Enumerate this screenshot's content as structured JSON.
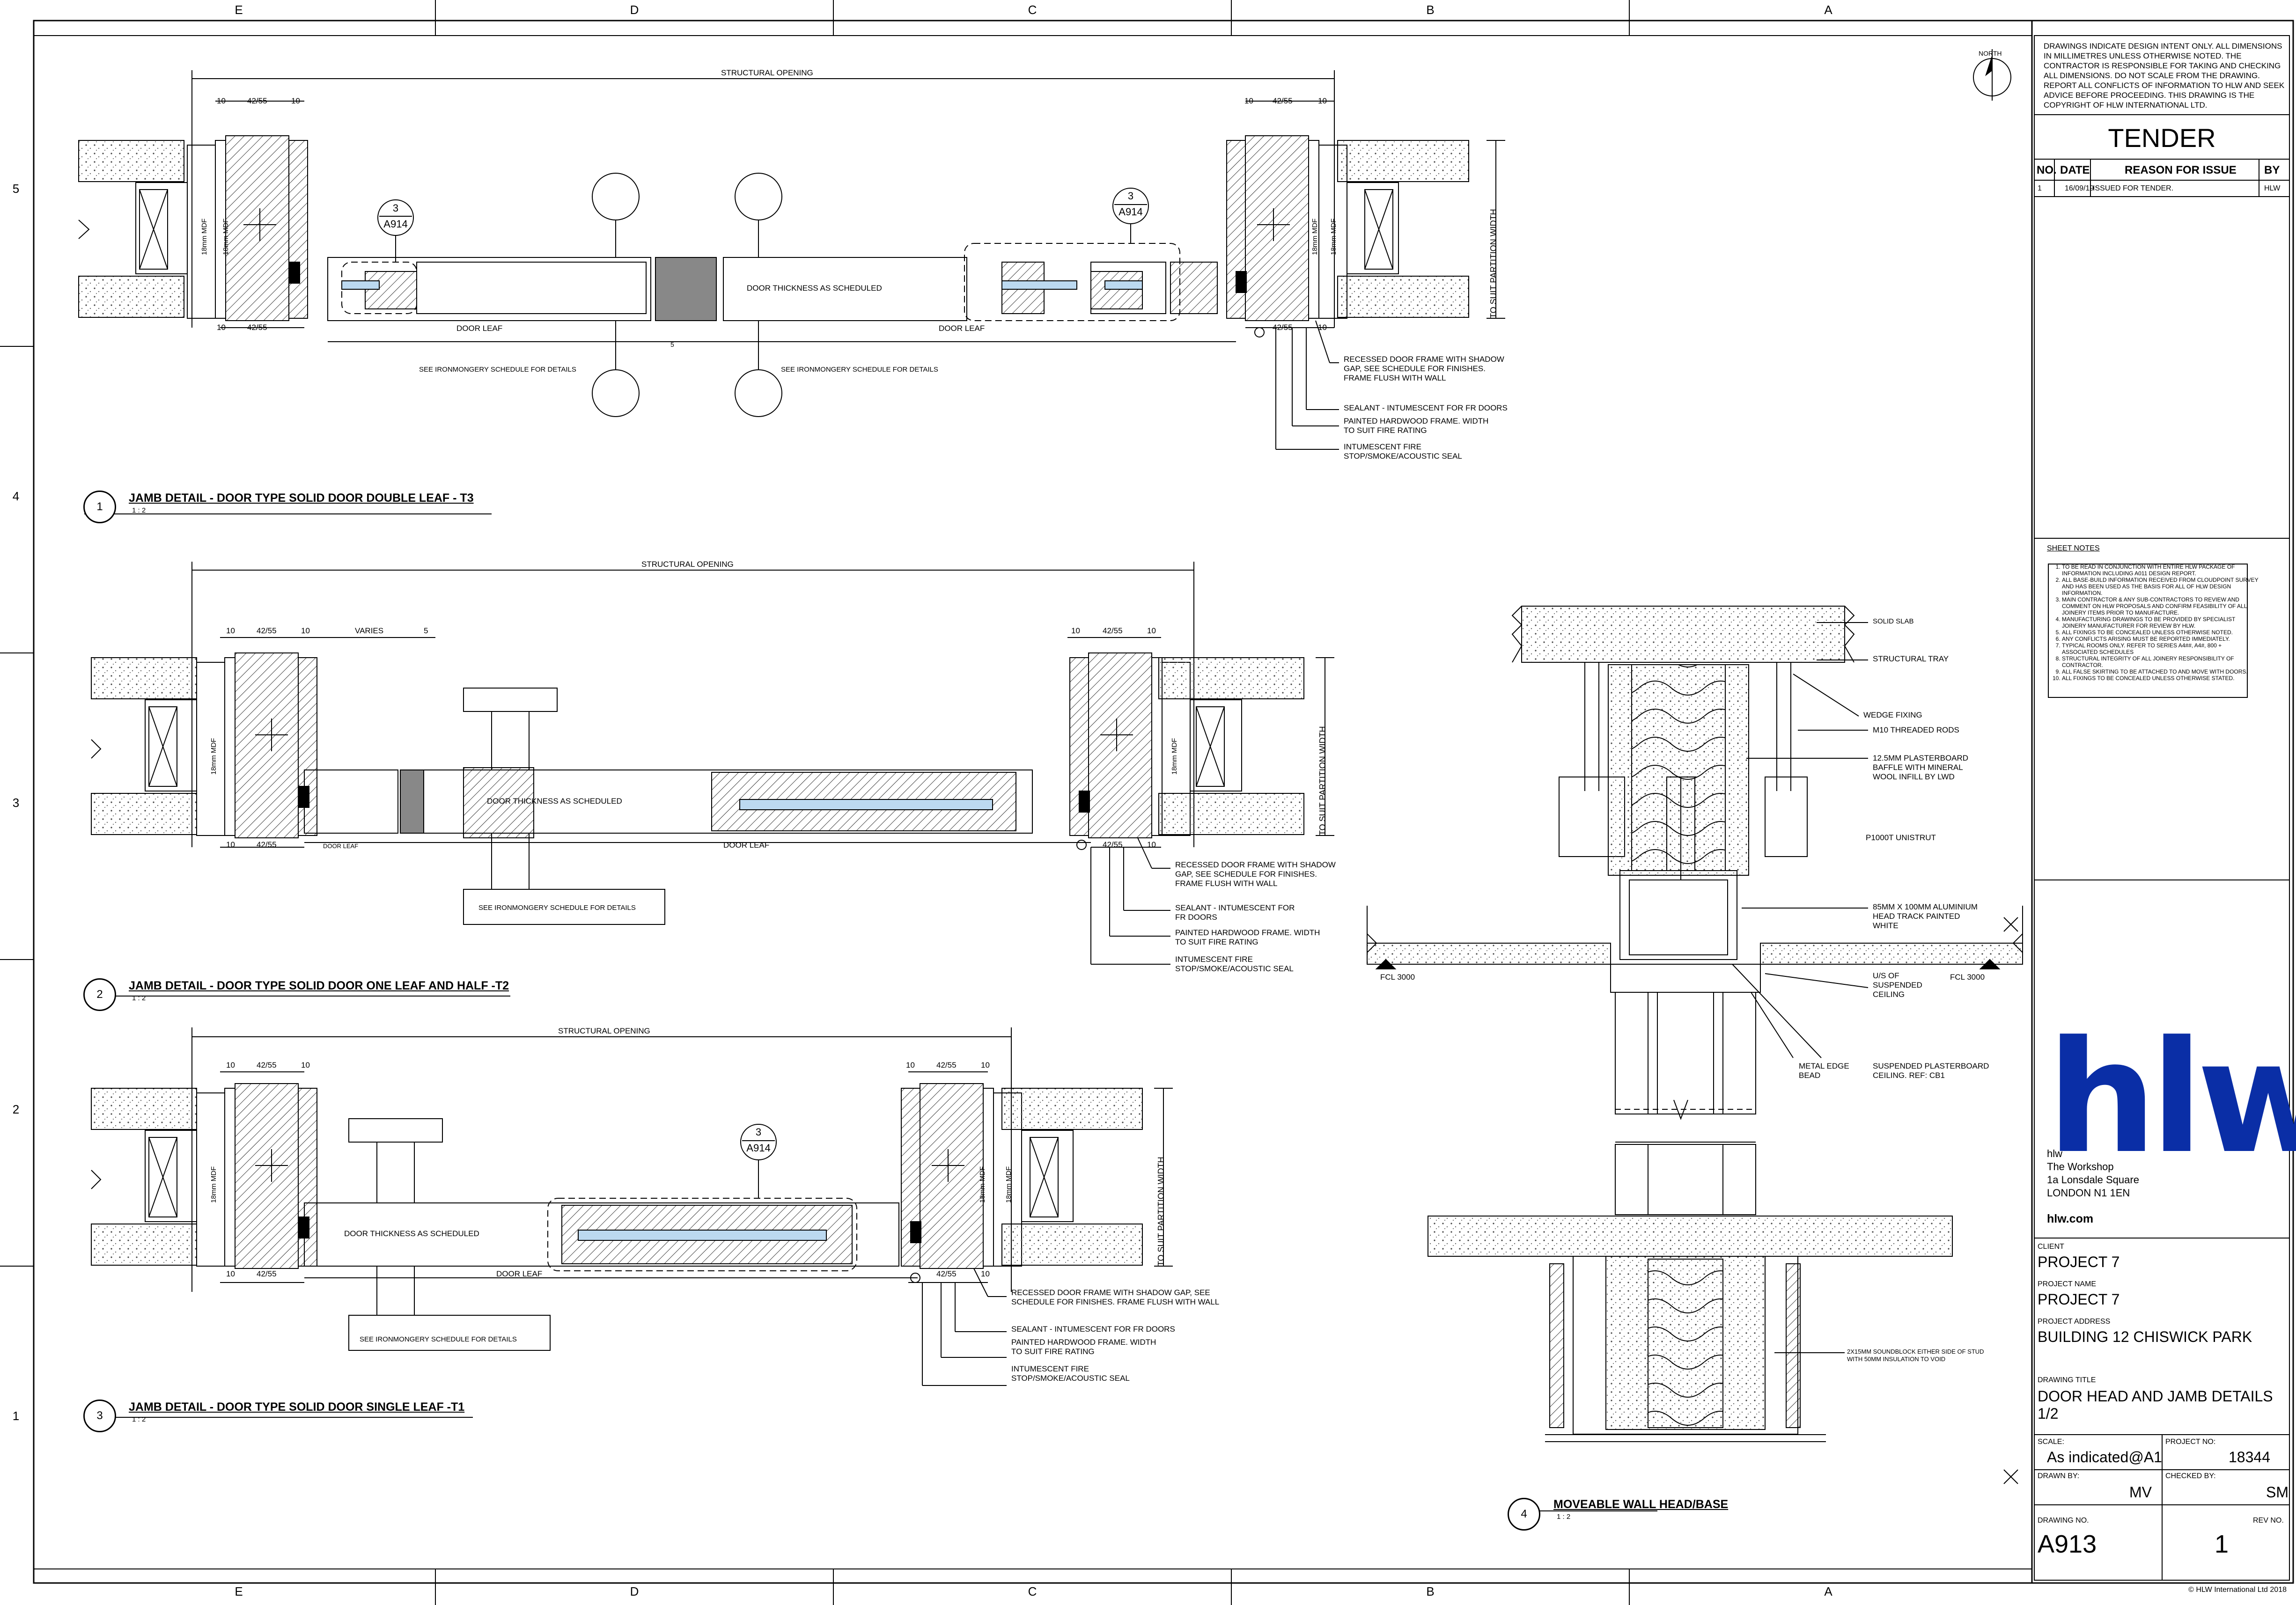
{
  "grid": {
    "columns": [
      "E",
      "D",
      "C",
      "B",
      "A"
    ],
    "rows": [
      "5",
      "4",
      "3",
      "2",
      "1"
    ]
  },
  "notes_top": "DRAWINGS INDICATE DESIGN INTENT ONLY. ALL DIMENSIONS IN MILLIMETRES UNLESS OTHERWISE NOTED. THE CONTRACTOR IS RESPONSIBLE FOR TAKING AND CHECKING ALL DIMENSIONS. DO NOT SCALE FROM THE DRAWING. REPORT ALL CONFLICTS OF INFORMATION TO HLW AND SEEK ADVICE BEFORE PROCEEDING. THIS DRAWING IS THE COPYRIGHT OF HLW INTERNATIONAL LTD.",
  "north_label": "NORTH",
  "issue": {
    "status": "TENDER",
    "headers": [
      "NO.",
      "DATE",
      "REASON FOR ISSUE",
      "BY"
    ],
    "rows": [
      {
        "no": "1",
        "date": "16/09/19",
        "reason": "ISSUED FOR TENDER.",
        "by": "HLW"
      }
    ]
  },
  "sheet_notes": {
    "title": "SHEET NOTES",
    "items": [
      "TO BE READ IN CONJUNCTION WITH ENTIRE HLW PACKAGE OF INFORMATION INCLUDING A011 DESIGN REPORT.",
      "ALL BASE-BUILD INFORMATION RECEIVED FROM CLOUDPOINT SURVEY AND HAS BEEN USED AS THE BASIS FOR ALL OF HLW DESIGN INFORMATION.",
      "MAIN CONTRACTOR & ANY SUB-CONTRACTORS TO REVIEW AND COMMENT ON HLW PROPOSALS AND CONFIRM FEASIBILITY OF ALL JOINERY ITEMS PRIOR TO MANUFACTURE.",
      "MANUFACTURING DRAWINGS TO BE PROVIDED BY SPECIALIST JOINERY MANUFACTURER FOR REVIEW BY HLW.",
      "ALL FIXINGS TO BE CONCEALED UNLESS OTHERWISE NOTED.",
      "ANY CONFLICTS ARISING MUST BE REPORTED IMMEDIATELY.",
      "TYPICAL ROOMS ONLY. REFER TO SERIES A4##, A4#, 800 + ASSOCIATED SCHEDULES",
      "STRUCTURAL INTEGRITY OF ALL JOINERY RESPONSIBILITY OF CONTRACTOR.",
      "ALL FALSE SKIRTING TO BE ATTACHED TO AND MOVE WITH DOORS.",
      "ALL FIXINGS TO BE CONCEALED UNLESS OTHERWISE STATED."
    ]
  },
  "company": {
    "logo": "hlw",
    "name": "hlw",
    "address1": "The Workshop",
    "address2": "1a Lonsdale Square",
    "address3": "LONDON N1 1EN",
    "web": "hlw.com"
  },
  "titleblock": {
    "client_label": "CLIENT",
    "client": "PROJECT 7",
    "project_name_label": "PROJECT NAME",
    "project_name": "PROJECT 7",
    "project_address_label": "PROJECT ADDRESS",
    "project_address": "BUILDING 12 CHISWICK PARK",
    "drawing_title_label": "DRAWING TITLE",
    "drawing_title": "DOOR HEAD AND JAMB DETAILS 1/2",
    "scale_label": "SCALE:",
    "scale": "As indicated@A1",
    "project_no_label": "PROJECT NO:",
    "project_no": "18344",
    "drawn_by_label": "DRAWN BY:",
    "drawn_by": "MV",
    "checked_by_label": "CHECKED BY:",
    "checked_by": "SM",
    "drawing_no_label": "DRAWING NO.",
    "drawing_no": "A913",
    "rev_no_label": "REV NO.",
    "rev_no": "1"
  },
  "copyright": "© HLW International Ltd 2018",
  "details": [
    {
      "num": "1",
      "title": "JAMB DETAIL - DOOR TYPE SOLID DOOR DOUBLE LEAF - T3",
      "scale": "1 : 2"
    },
    {
      "num": "2",
      "title": "JAMB DETAIL - DOOR TYPE SOLID DOOR ONE LEAF AND HALF -T2",
      "scale": "1 : 2"
    },
    {
      "num": "3",
      "title": "JAMB DETAIL - DOOR TYPE SOLID DOOR SINGLE LEAF -T1",
      "scale": "1 : 2"
    },
    {
      "num": "4",
      "title": "MOVEABLE WALL HEAD/BASE",
      "scale": "1 : 2"
    }
  ],
  "labels": {
    "structural_opening": "STRUCTURAL OPENING",
    "door_leaf": "DOOR LEAF",
    "door_thickness": "DOOR THICKNESS AS SCHEDULED",
    "ironmongery": "SEE IRONMONGERY SCHEDULE FOR DETAILS",
    "partition_width": "TO SUIT PARTITION WIDTH",
    "mdf": "18mm MDF",
    "varies": "VARIES",
    "recessed_frame": "RECESSED DOOR FRAME WITH SHADOW GAP, SEE SCHEDULE FOR FINISHES. FRAME FLUSH WITH WALL",
    "recessed_frame_3": "RECESSED DOOR FRAME WITH SHADOW GAP, SEE SCHEDULE FOR FINISHES. FRAME FLUSH WITH WALL",
    "sealant": "SEALANT - INTUMESCENT FOR FR DOORS",
    "painted_frame": "PAINTED HARDWOOD FRAME. WIDTH TO SUIT FIRE RATING",
    "intumescent": "INTUMESCENT FIRE STOP/SMOKE/ACOUSTIC SEAL",
    "ref_num": "3",
    "ref_sheet": "A914",
    "dims": {
      "d10": "10",
      "d4255": "42/55",
      "d5": "5"
    }
  },
  "moveable_wall": {
    "solid_slab": "SOLID SLAB",
    "structural_tray": "STRUCTURAL TRAY",
    "wedge_fixing": "WEDGE FIXING",
    "threaded_rods": "M10 THREADED RODS",
    "plasterboard_baffle": "12.5mm PLASTERBOARD BAFFLE WITH MINERAL WOOL INFILL BY LWD",
    "unistrut": "P1000T UNISTRUT",
    "head_track": "85mm x 100mm ALUMINIUM HEAD TRACK PAINTED WHITE",
    "fcl_left": "FCL 3000",
    "fcl_right": "FCL 3000",
    "us_ceiling": "U/S OF SUSPENDED CEILING",
    "metal_bead": "METAL EDGE BEAD",
    "suspended_ceiling": "SUSPENDED PLASTERBOARD CEILING. REF: CB1",
    "soundblock": "2x15mm SOUNDBLOCK EITHER SIDE OF STUD WITH 50mm INSULATION TO VOID"
  }
}
